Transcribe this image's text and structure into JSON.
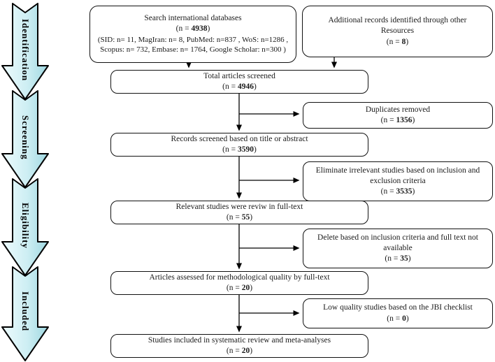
{
  "labels": {
    "n_open": "(n = ",
    "n_close": ")"
  },
  "stages": {
    "identification": "Identification",
    "screening": "Screening",
    "eligibility": "Eligibility",
    "included": "Included"
  },
  "boxes": {
    "search": {
      "title": "Search international databases",
      "n": "4938",
      "detail1": "(SID: n= 11, MagIran: n= 8, PubMed: n=837 , WoS: n=1286 ,",
      "detail2": "Scopus: n= 732, Embase: n= 1764, Google Scholar: n=300 )"
    },
    "additional": {
      "title": "Additional records identified through other Resources",
      "n": "8"
    },
    "total": {
      "title": "Total articles screened",
      "n": "4946"
    },
    "duplicates": {
      "title": "Duplicates removed",
      "n": "1356"
    },
    "records": {
      "title": "Records screened based on title or abstract",
      "n": "3590"
    },
    "eliminate": {
      "title": "Eliminate irrelevant studies based on inclusion and exclusion criteria",
      "n": "3535"
    },
    "relevant": {
      "title": "Relevant studies were reviw in full-text",
      "n": "55"
    },
    "delete": {
      "title": "Delete based on inclusion criteria and full text not available",
      "n": "35"
    },
    "assessed": {
      "title": "Articles assessed for methodological quality by full-text",
      "n": "20"
    },
    "lowquality": {
      "title": "Low quality studies based on the JBI checklist",
      "n": "0"
    },
    "included_final": {
      "title": "Studies included in systematic review and meta-analyses",
      "n": "20"
    }
  },
  "colors": {
    "arrow_fill_light": "#edfbfd",
    "arrow_fill_mid": "#cdeef3",
    "arrow_fill_dark": "#9ed7e0",
    "line": "#000000"
  }
}
